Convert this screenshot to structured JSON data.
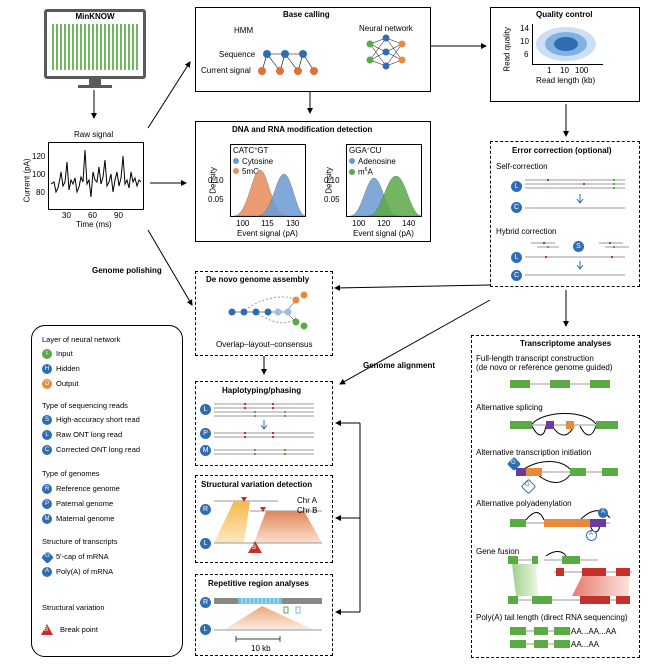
{
  "minknow": {
    "title": "MinKNOW"
  },
  "raw": {
    "title": "Raw signal",
    "ylabel": "Current (pA)",
    "xlabel": "Time (ms)",
    "yticks": [
      "120",
      "100",
      "80"
    ],
    "xticks": [
      "30",
      "60",
      "90"
    ]
  },
  "basecalling": {
    "title": "Base calling",
    "hmm": "HMM",
    "sequence": "Sequence",
    "current": "Current signal",
    "nn": "Neural network"
  },
  "qc": {
    "title": "Quality control",
    "ylabel": "Read quality",
    "xlabel": "Read length (kb)",
    "yticks": [
      "14",
      "10",
      "6"
    ],
    "xticks": [
      "1",
      "10",
      "100"
    ]
  },
  "mod": {
    "title": "DNA and RNA modification detection",
    "left": {
      "motif_pre": "CATC",
      "motif_mark": "*",
      "motif_post": "GT",
      "s1": "Cytosine",
      "s2": "5mC",
      "xlabel": "Event signal (pA)",
      "ylabel": "Density",
      "yticks": [
        "0.10",
        "0.05"
      ],
      "xticks": [
        "100",
        "115",
        "130"
      ]
    },
    "right": {
      "motif_pre": "GGA",
      "motif_mark": "*",
      "motif_post": "CU",
      "s1": "Adenosine",
      "s2_base": "m",
      "s2_sup": "6",
      "s2_post": "A",
      "xlabel": "Event signal (pA)",
      "ylabel": "Density",
      "yticks": [
        "0.10",
        "0.05"
      ],
      "xticks": [
        "100",
        "120",
        "140"
      ]
    }
  },
  "error": {
    "title": "Error correction (optional)",
    "self": "Self-correction",
    "hybrid": "Hybrid correction"
  },
  "polishing": "Genome polishing",
  "denovo": {
    "title": "De novo genome assembly",
    "caption": "Overlap–layout–consensus"
  },
  "alignment": "Genome alignment",
  "haplo": {
    "title": "Haplotyping/phasing"
  },
  "sv": {
    "title": "Structural variation detection",
    "chrA": "Chr A",
    "chrB": "Chr B"
  },
  "rep": {
    "title": "Repetitive region analyses",
    "scale": "10 kb"
  },
  "transcriptome": {
    "title": "Transcriptome analyses",
    "items": [
      "Full-length transcript construction",
      "(de novo or reference genome guided)",
      "Alternative splicing",
      "Alternative transcription initiation",
      "Alternative polyadenylation",
      "Gene fusion",
      "Poly(A) tail length (direct RNA sequencing)"
    ],
    "polya1": "AA...AA...AA",
    "polya2": "AA...AA"
  },
  "legend": {
    "g1": "Layer of neural network",
    "input": "Input",
    "hidden": "Hidden",
    "output": "Output",
    "g2": "Type of sequencing reads",
    "s": "High-accuracy short read",
    "l": "Raw ONT long read",
    "c": "Corrected ONT long read",
    "g3": "Type of genomes",
    "r": "Reference genome",
    "p": "Paternal genome",
    "m": "Maternal genome",
    "g4": "Structure of transcripts",
    "cap": "5′-cap of mRNA",
    "polya": "Poly(A) of mRNA",
    "g5": "Structural variation",
    "bp": "Break point"
  },
  "badges": {
    "I": "I",
    "H": "H",
    "O": "O",
    "S": "S",
    "L": "L",
    "C": "C",
    "R": "R",
    "P": "P",
    "M": "M",
    "G": "G",
    "A": "A",
    "B": "B"
  },
  "colors": {
    "blue": "#2f6db3",
    "green": "#5aaa46",
    "orange": "#e88a3a",
    "red": "#c4302b",
    "purple": "#6a3d9a"
  }
}
